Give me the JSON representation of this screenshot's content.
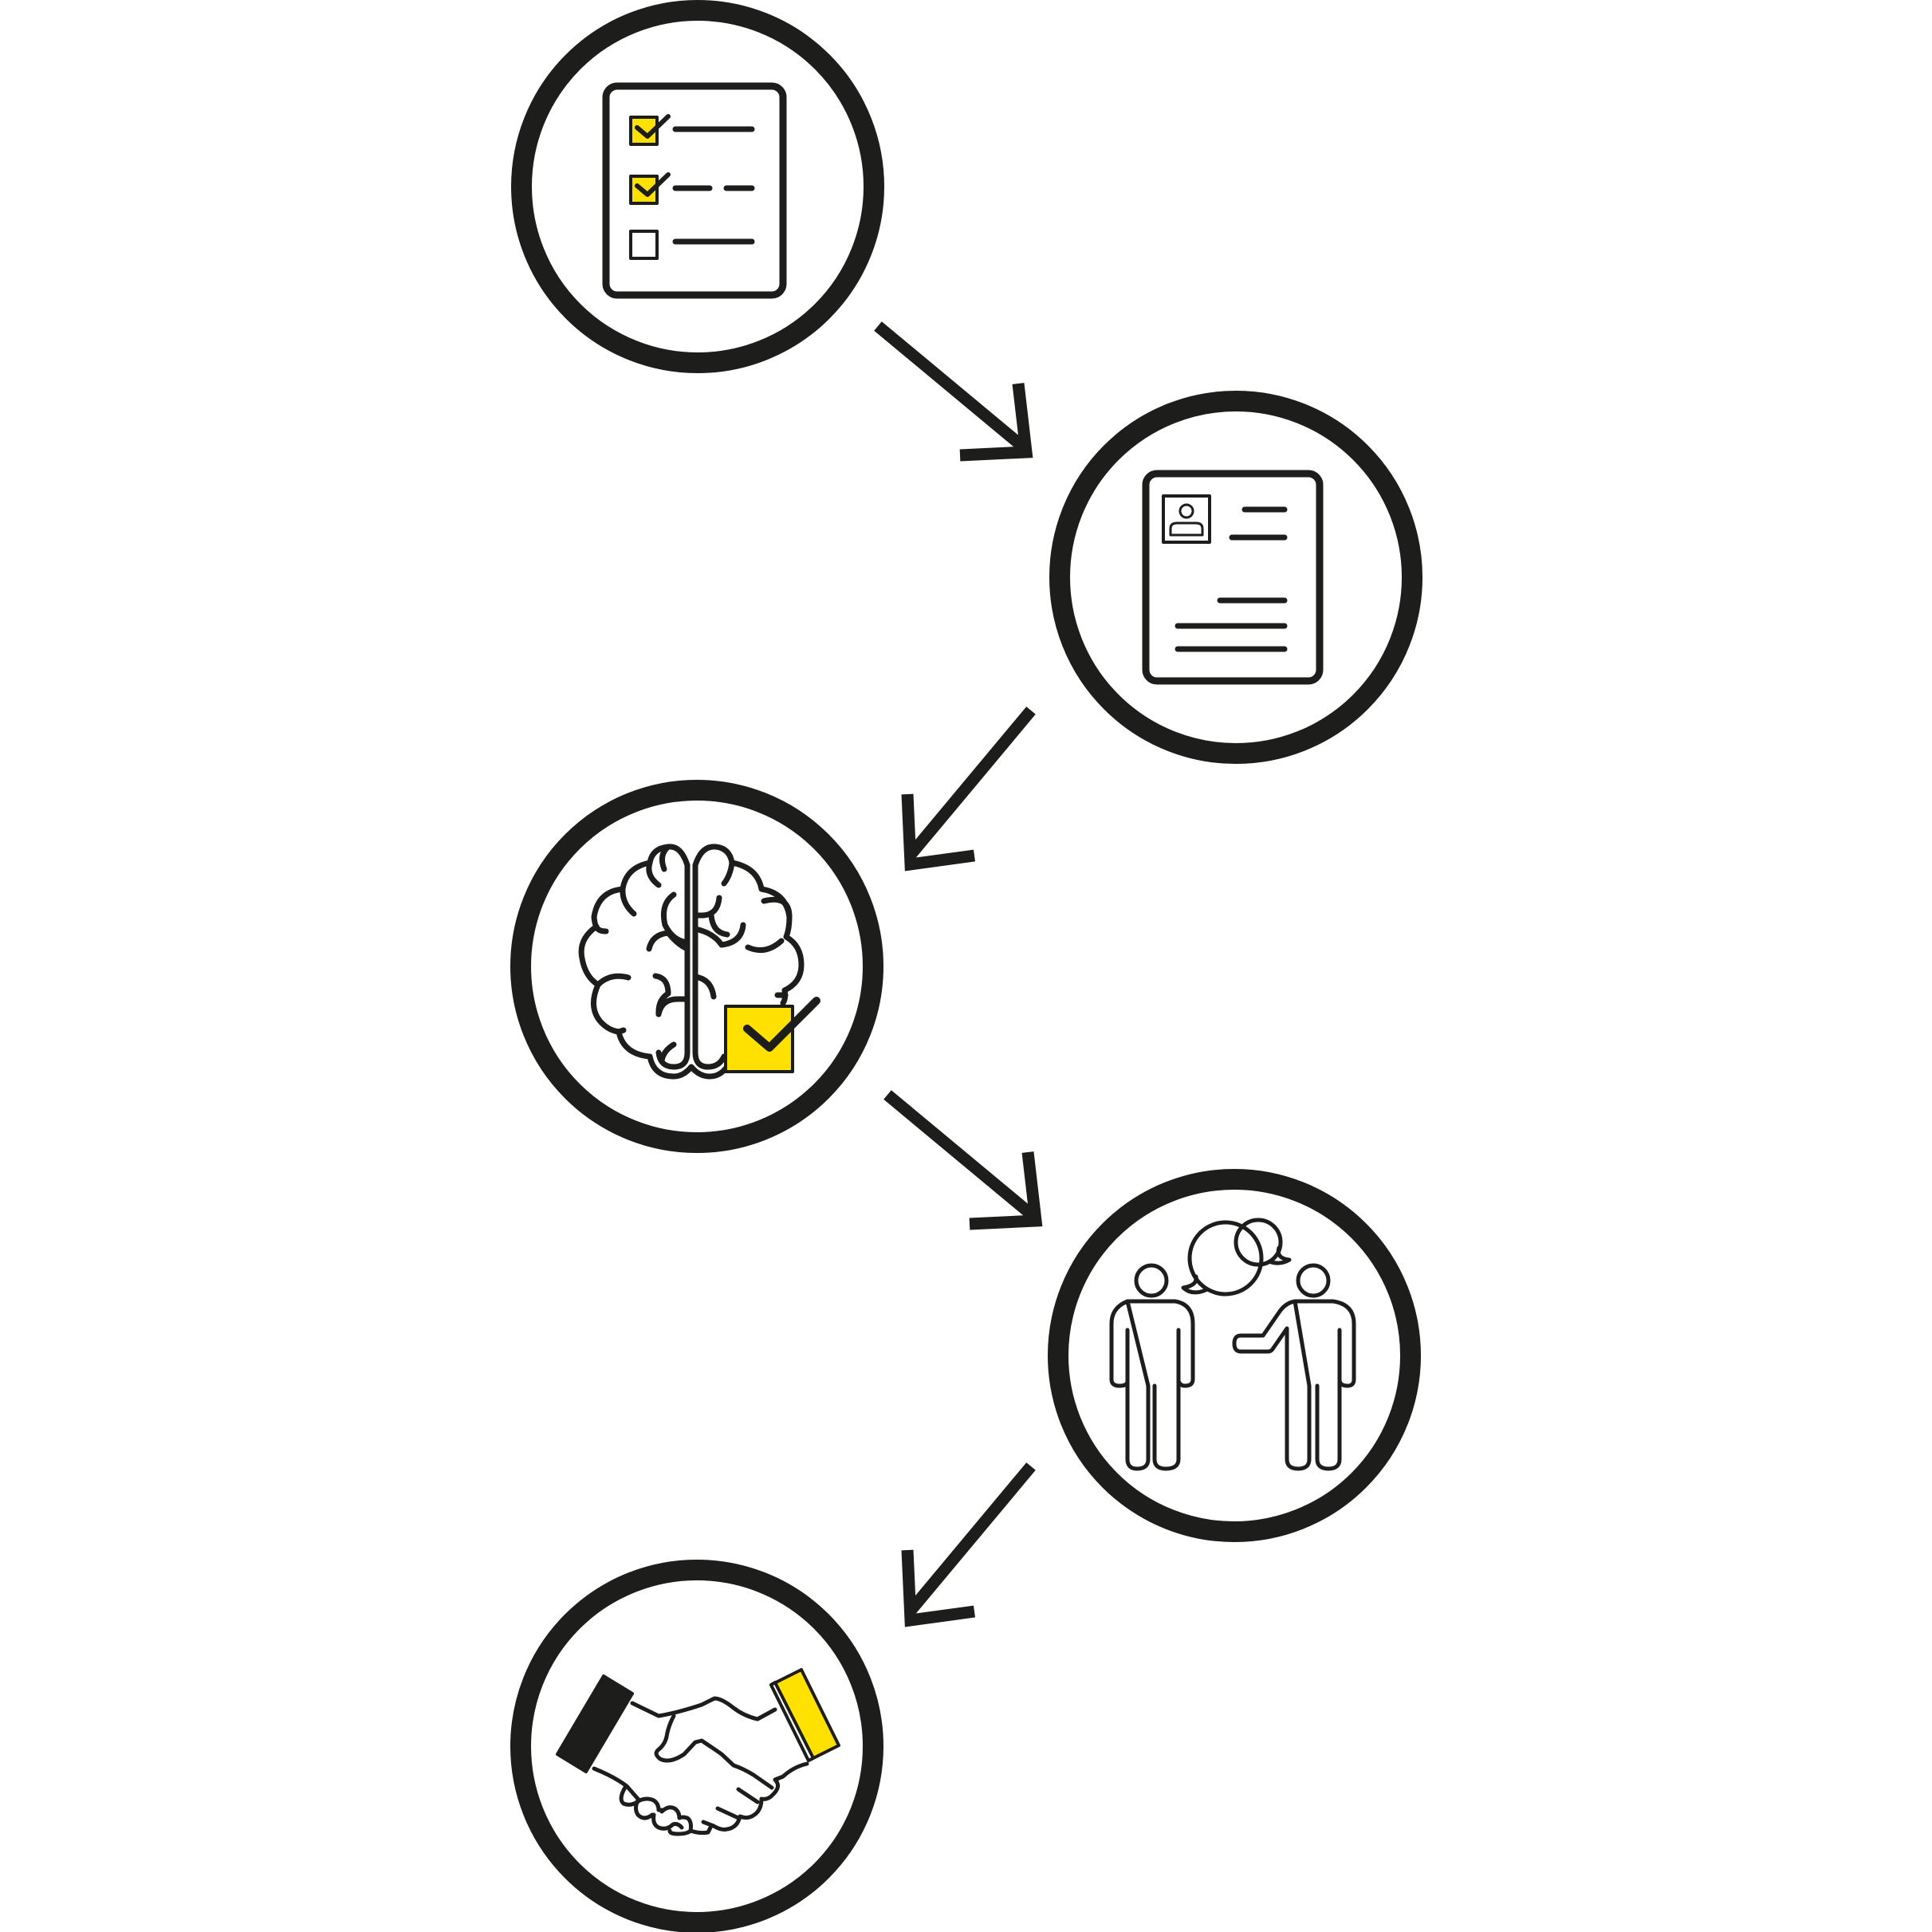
{
  "colors": {
    "ink": "#1d1d1b",
    "accent": "#ffe100",
    "background": "#ffffff"
  },
  "steps": [
    {
      "icon": "checklist-icon"
    },
    {
      "icon": "profile-document-icon"
    },
    {
      "icon": "brain-check-icon"
    },
    {
      "icon": "conversation-icon"
    },
    {
      "icon": "handshake-icon"
    }
  ],
  "connectors": [
    {
      "from": 1,
      "to": 2
    },
    {
      "from": 2,
      "to": 3
    },
    {
      "from": 3,
      "to": 4
    },
    {
      "from": 4,
      "to": 5
    }
  ]
}
